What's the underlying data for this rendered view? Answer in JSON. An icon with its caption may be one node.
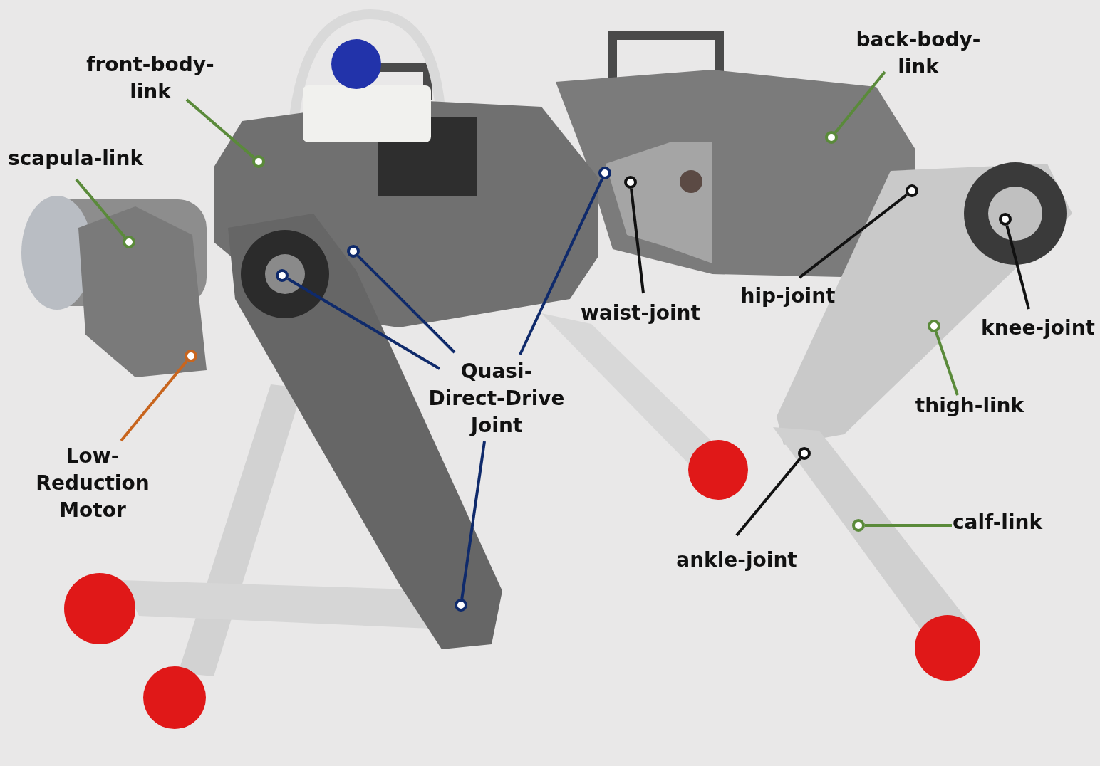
{
  "diagram": {
    "nodes": [
      {
        "text": [
          "front-body-link"
        ]
      },
      {
        "text": [],
        "shape": "circle"
      },
      {
        "text": [
          "back-body-link"
        ]
      },
      {
        "text": [],
        "shape": "circle"
      },
      {
        "text": [
          "scapula-link"
        ]
      },
      {
        "text": [],
        "shape": "circle"
      },
      {
        "text": [
          "waist-joint"
        ]
      },
      {
        "text": [],
        "shape": "circle"
      },
      {
        "text": [
          "hip-joint"
        ]
      },
      {
        "text": [],
        "shape": "circle"
      },
      {
        "text": [
          "knee-joint"
        ]
      },
      {
        "text": [],
        "shape": "circle"
      },
      {
        "text": [
          "thigh-link"
        ]
      },
      {
        "text": [],
        "shape": "circle"
      },
      {
        "text": [
          "Quasi-Direct-Drive Joint"
        ]
      },
      {
        "text": [],
        "shape": "circle"
      },
      {
        "text": [],
        "shape": "circle"
      },
      {
        "text": [],
        "shape": "circle"
      },
      {
        "text": [],
        "shape": "circle"
      },
      {
        "text": [
          "Low-Reduction Motor"
        ]
      },
      {
        "text": [],
        "shape": "circle"
      },
      {
        "text": [
          "calf-link"
        ]
      },
      {
        "text": [],
        "shape": "circle"
      },
      {
        "text": [
          "ankle-joint"
        ]
      },
      {
        "text": [],
        "shape": "circle"
      }
    ],
    "edges": [
      {
        "from": 0,
        "to": 1,
        "arrow": "none"
      },
      {
        "from": 2,
        "to": 3,
        "arrow": "none"
      },
      {
        "from": 4,
        "to": 5,
        "arrow": "none"
      },
      {
        "from": 6,
        "to": 7,
        "arrow": "none",
        "color": "#111111"
      },
      {
        "from": 8,
        "to": 9,
        "arrow": "none",
        "color": "#111111"
      },
      {
        "from": 10,
        "to": 11,
        "arrow": "none",
        "color": "#111111"
      },
      {
        "from": 12,
        "to": 13,
        "arrow": "none"
      },
      {
        "from": 14,
        "to": 15,
        "arrow": "none",
        "color": "#0f2a6b"
      },
      {
        "from": 14,
        "to": 16,
        "arrow": "none",
        "color": "#0f2a6b"
      },
      {
        "from": 14,
        "to": 17,
        "arrow": "none",
        "color": "#0f2a6b"
      },
      {
        "from": 14,
        "to": 18,
        "arrow": "none",
        "color": "#0f2a6b"
      },
      {
        "from": 19,
        "to": 20,
        "arrow": "none",
        "color": "#c8651e"
      },
      {
        "from": 21,
        "to": 22,
        "arrow": "none"
      },
      {
        "from": 23,
        "to": 24,
        "arrow": "none",
        "color": "#111111"
      }
    ]
  }
}
